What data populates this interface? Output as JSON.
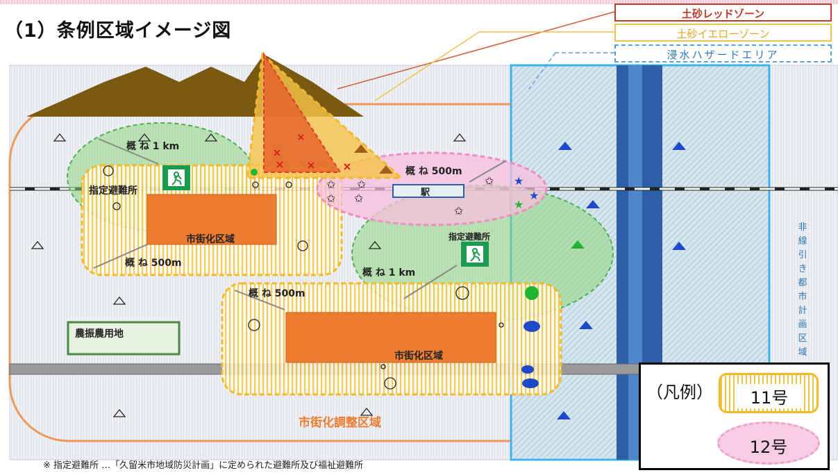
{
  "heading": "（1）条例区域イメージ図",
  "callouts": {
    "red_zone": "土砂レッドゾーン",
    "yellow_zone": "土砂イエローゾーン",
    "flood_area": "浸水ハザードエリア"
  },
  "labels": {
    "about_1km": "概 ね 1 km",
    "about_500m": "概 ね 500m",
    "shelter": "指定避難所",
    "urbanization_area": "市街化区域",
    "station": "駅",
    "farmland": "農振農用地",
    "adjustment_area": "市街化調整区域",
    "non_delineated": "非線引き都市計画区域"
  },
  "legend": {
    "title": "（凡例）",
    "item_11": "11号",
    "item_12": "12号"
  },
  "footnote": "※ 指定避難所 …「久留米市地域防災計画」に定められた避難所及び福祉避難所",
  "colors": {
    "red": "#c0392b",
    "orange": "#ed7d31",
    "yellow": "#f2c14e",
    "blue": "#2f77b8",
    "green": "#7fcf6b",
    "pink": "#f29fcd",
    "mountain": "#7a5a10"
  }
}
